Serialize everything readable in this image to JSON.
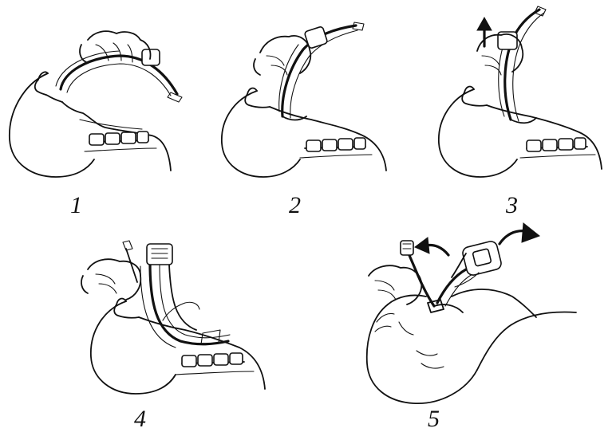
{
  "steps": [
    {
      "label": "1"
    },
    {
      "label": "2"
    },
    {
      "label": "3"
    },
    {
      "label": "4"
    },
    {
      "label": "5"
    }
  ]
}
